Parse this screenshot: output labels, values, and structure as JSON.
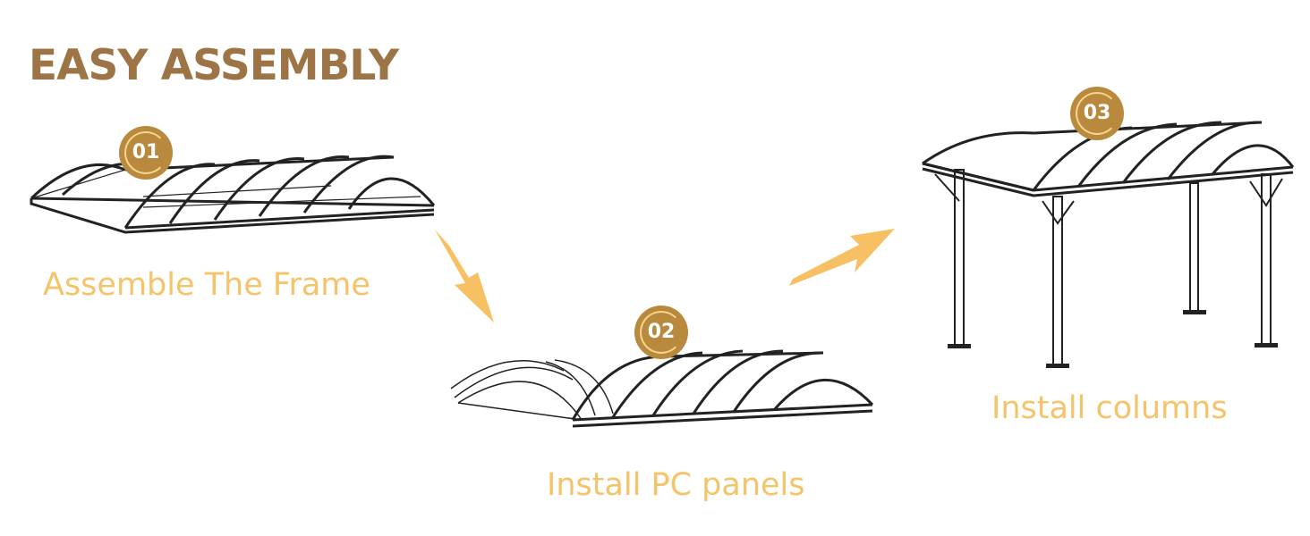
{
  "title": "EASY ASSEMBLY",
  "steps": [
    {
      "number": "01",
      "caption": "Assemble The Frame"
    },
    {
      "number": "02",
      "caption": "Install PC panels"
    },
    {
      "number": "03",
      "caption": "Install columns"
    }
  ],
  "colors": {
    "title": "#9c7446",
    "caption": "#f4c36a",
    "badge": "#b98a3e",
    "arrow": "#f7c062",
    "line": "#222222"
  },
  "icons": [
    "frame-illustration",
    "panels-illustration",
    "carport-illustration",
    "step-arrow-icon"
  ]
}
